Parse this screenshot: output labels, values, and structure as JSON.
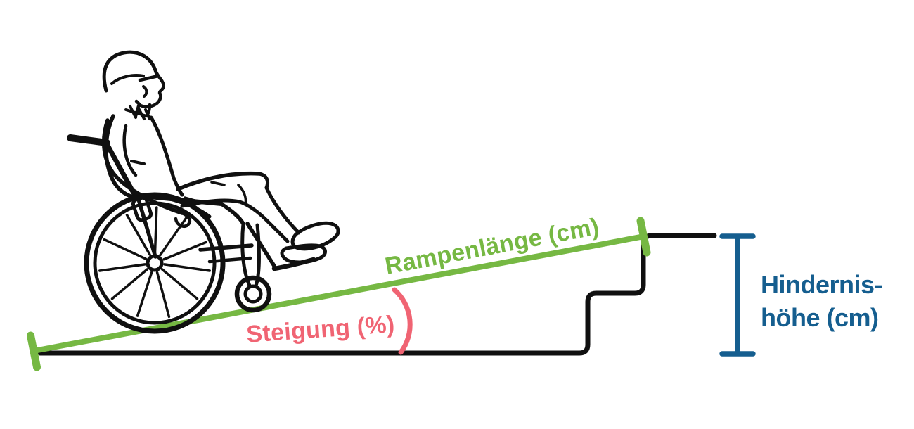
{
  "figure": {
    "illustration": "wheelchair-user-line-drawing",
    "labels": {
      "ramp_length": "Rampenlänge (cm)",
      "slope": "Steigung (%)",
      "obstacle_height_line1": "Hindernis-",
      "obstacle_height_line2": "höhe (cm)"
    },
    "colors": {
      "ramp_green": "#76b843",
      "slope_red": "#f06473",
      "obstacle_blue": "#155e8f",
      "outline_black": "#101010",
      "background": "#ffffff"
    }
  }
}
